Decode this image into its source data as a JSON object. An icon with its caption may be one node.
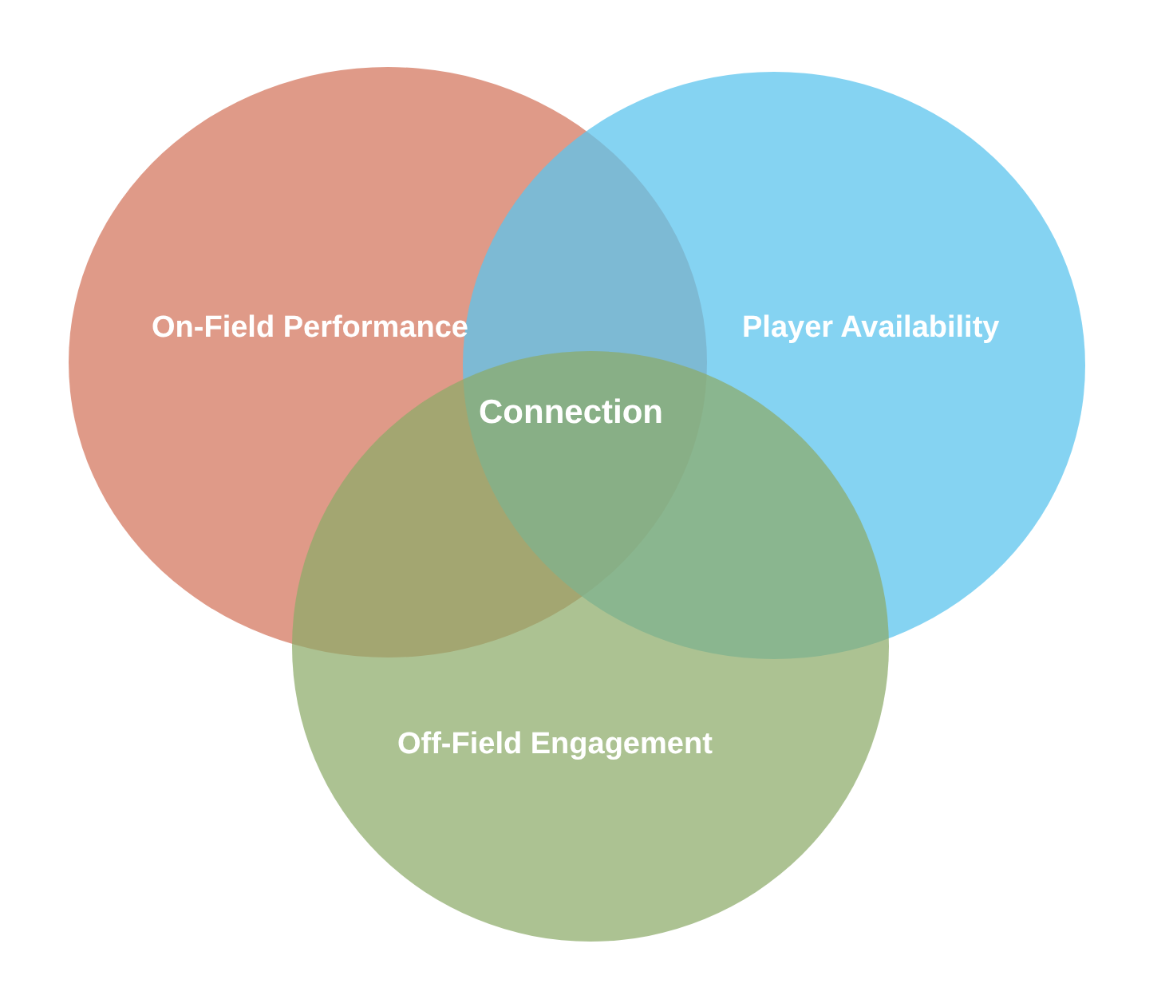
{
  "diagram": {
    "nodes": [
      {
        "text": [
          "On-Field Performance"
        ]
      },
      {
        "text": [
          "Player Availability"
        ]
      },
      {
        "text": [
          "Off-Field Engagement"
        ]
      }
    ],
    "edges": [],
    "labels": [
      "Connection"
    ]
  }
}
